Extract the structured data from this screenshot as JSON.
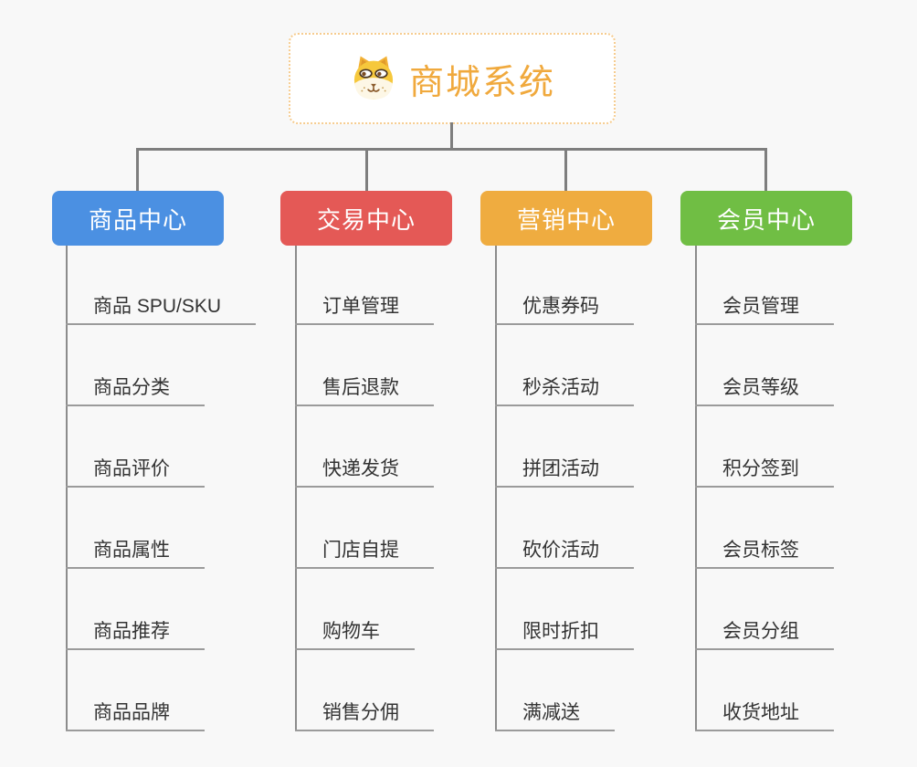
{
  "canvas": {
    "background": "#F8F8F8"
  },
  "root": {
    "title": "商城系统",
    "icon": "dog-face-icon",
    "text_color": "#F0A93D",
    "border_color": "#F6CC8F",
    "background": "#FFFFFF"
  },
  "connector_colors": {
    "tree": "#7E7E7E",
    "spine": "#8C8C8C",
    "underline": "#9B9B9B"
  },
  "branches": [
    {
      "label": "商品中心",
      "color": "#4B90E2",
      "children": [
        "商品 SPU/SKU",
        "商品分类",
        "商品评价",
        "商品属性",
        "商品推荐",
        "商品品牌"
      ]
    },
    {
      "label": "交易中心",
      "color": "#E45956",
      "children": [
        "订单管理",
        "售后退款",
        "快递发货",
        "门店自提",
        "购物车",
        "销售分佣"
      ]
    },
    {
      "label": "营销中心",
      "color": "#EFAC40",
      "children": [
        "优惠券码",
        "秒杀活动",
        "拼团活动",
        "砍价活动",
        "限时折扣",
        "满减送"
      ]
    },
    {
      "label": "会员中心",
      "color": "#70BE44",
      "children": [
        "会员管理",
        "会员等级",
        "积分签到",
        "会员标签",
        "会员分组",
        "收货地址"
      ]
    }
  ]
}
